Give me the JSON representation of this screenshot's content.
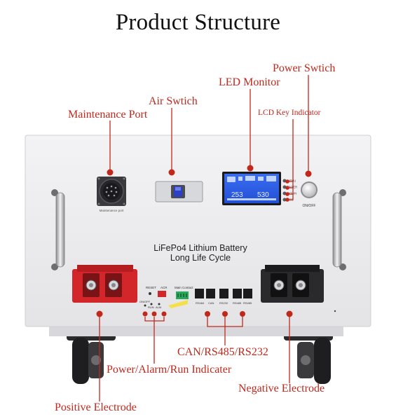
{
  "title": "Product Structure",
  "labels": {
    "power_switch": "Power Swtich",
    "led_monitor": "LED Monitor",
    "air_switch": "Air Swtich",
    "maintenance_port": "Maintenance Port",
    "lcd_key_indicator": "LCD Key Indicator",
    "can_rs485_rs232": "CAN/RS485/RS232",
    "power_alarm_run": "Power/Alarm/Run Indicater",
    "negative_electrode": "Negative Electrode",
    "positive_electrode": "Positive Electrode"
  },
  "panel": {
    "name_line1": "LiFePo4 Lithium Battery",
    "name_line2": "Long Life Cycle",
    "maintenance_caption": "Maintenance port",
    "onoff_caption": "ON/OFF",
    "reset": "RESET",
    "acr": "ACR",
    "main_contact": "Main Contact",
    "indicators": [
      "ON/OFF",
      "RUN",
      "ALM"
    ],
    "ports": [
      "RS484",
      "CAN",
      "RS232",
      "RS485",
      "RS485"
    ],
    "keys": [
      "MENU",
      "ENTER",
      "DOWN",
      "ESC"
    ],
    "lcd_left_value": "253",
    "lcd_right_value": "530"
  },
  "colors": {
    "accent_red": "#c0281c",
    "lcd_blue": "#2f5fe0",
    "panel": "#ececee",
    "terminal_red": "#d2262a"
  }
}
